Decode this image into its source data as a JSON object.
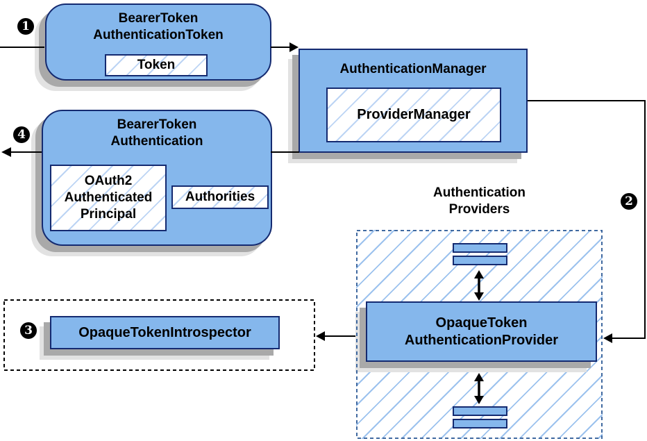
{
  "nodes": {
    "bearerTokenAuthenticationToken": {
      "title": "BearerToken\nAuthenticationToken",
      "token": "Token"
    },
    "authenticationManager": {
      "title": "AuthenticationManager",
      "providerManager": "ProviderManager"
    },
    "bearerTokenAuthentication": {
      "title": "BearerToken\nAuthentication",
      "principal": "OAuth2\nAuthenticated\nPrincipal",
      "authorities": "Authorities"
    },
    "authenticationProviders": {
      "label": "Authentication\nProviders"
    },
    "opaqueTokenAuthenticationProvider": {
      "label": "OpaqueToken\nAuthenticationProvider"
    },
    "opaqueTokenIntrospector": {
      "label": "OpaqueTokenIntrospector"
    }
  },
  "badges": {
    "step1": "1",
    "step2": "2",
    "step3": "3",
    "step4": "4"
  },
  "colors": {
    "nodeFill": "#85b7ec",
    "nodeBorder": "#142a70",
    "hatchLight": "#bcd4f4",
    "hatchArea": "#9cc2ee",
    "areaDash": "#4069a0",
    "shadowDark": "#a9a9a9",
    "shadowLight": "#e2e2e2",
    "wire": "#000000"
  }
}
